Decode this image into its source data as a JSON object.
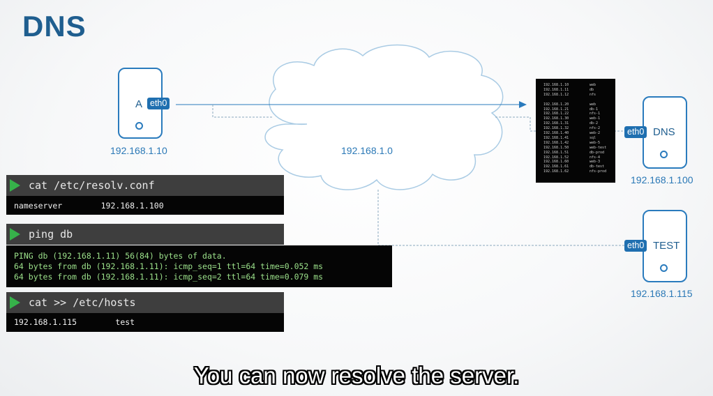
{
  "title": "DNS",
  "network": {
    "label": "192.168.1.0"
  },
  "hosts": {
    "a": {
      "name": "A",
      "iface": "eth0",
      "ip": "192.168.1.10"
    },
    "dns": {
      "name": "DNS",
      "iface": "eth0",
      "ip": "192.168.1.100"
    },
    "test": {
      "name": "TEST",
      "iface": "eth0",
      "ip": "192.168.1.115"
    }
  },
  "dns_records": [
    [
      "192.168.1.10",
      "web"
    ],
    [
      "192.168.1.11",
      "db"
    ],
    [
      "192.168.1.12",
      "nfs"
    ],
    [
      "",
      ""
    ],
    [
      "192.168.1.20",
      "web"
    ],
    [
      "192.168.1.21",
      "db-1"
    ],
    [
      "192.168.1.22",
      "nfs-1"
    ],
    [
      "192.168.1.30",
      "web-1"
    ],
    [
      "192.168.1.31",
      "db-2"
    ],
    [
      "192.168.1.32",
      "nfs-2"
    ],
    [
      "192.168.1.40",
      "web-2"
    ],
    [
      "192.168.1.41",
      "sql"
    ],
    [
      "192.168.1.42",
      "web-5"
    ],
    [
      "192.168.1.50",
      "web-test"
    ],
    [
      "192.168.1.51",
      "db-prod"
    ],
    [
      "192.168.1.52",
      "nfs-4"
    ],
    [
      "192.168.1.60",
      "web-3"
    ],
    [
      "192.168.1.61",
      "db-test"
    ],
    [
      "192.168.1.62",
      "nfs-prod"
    ]
  ],
  "terminals": {
    "resolv": {
      "command": "cat /etc/resolv.conf",
      "lines": [
        {
          "text": "nameserver        192.168.1.100",
          "style": "white"
        }
      ]
    },
    "ping": {
      "command": "ping db",
      "lines": [
        {
          "text": "PING db (192.168.1.11) 56(84) bytes of data.",
          "style": "green"
        },
        {
          "text": "64 bytes from db (192.168.1.11): icmp_seq=1 ttl=64 time=0.052 ms",
          "style": "green"
        },
        {
          "text": "64 bytes from db (192.168.1.11): icmp_seq=2 ttl=64 time=0.079 ms",
          "style": "green"
        }
      ]
    },
    "hosts": {
      "command": "cat >> /etc/hosts",
      "lines": [
        {
          "text": "192.168.1.115        test",
          "style": "white"
        }
      ]
    }
  },
  "caption": "You can now resolve the server."
}
